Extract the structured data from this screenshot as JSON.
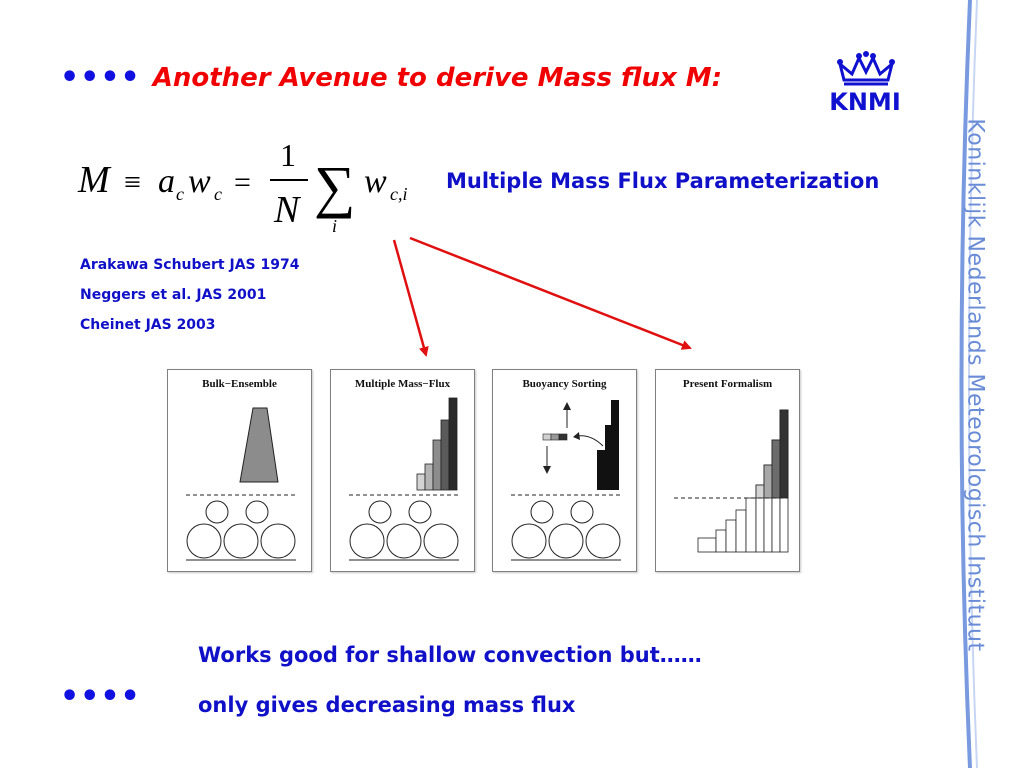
{
  "title": {
    "bullets": "••••",
    "text": "Another Avenue to derive Mass flux M:"
  },
  "logo": {
    "text": "KNMI",
    "icon": "crown-icon"
  },
  "equation": {
    "lhs": "M",
    "equiv": "≡",
    "a": "a",
    "a_sub": "c",
    "w": "w",
    "w_sub": "c",
    "equals": "=",
    "numerator": "1",
    "denominator": "N",
    "sum": "∑",
    "sum_index": "i",
    "wi": "w",
    "wi_sub": "c,i"
  },
  "equation_label": "Multiple Mass Flux Parameterization",
  "references": [
    "Arakawa Schubert JAS 1974",
    "Neggers et al. JAS 2001",
    "Cheinet JAS 2003"
  ],
  "panels": [
    {
      "title": "Bulk−Ensemble"
    },
    {
      "title": "Multiple Mass−Flux"
    },
    {
      "title": "Buoyancy Sorting"
    },
    {
      "title": "Present Formalism"
    }
  ],
  "bottom": {
    "bullets": "••••",
    "line1": "Works good for shallow convection but……",
    "line2": "only gives decreasing mass flux"
  },
  "side_text": "Koninklijk Nederlands Meteorologisch Instituut",
  "colors": {
    "title": "#f00000",
    "bullets": "#1010e0",
    "body_text": "#1010c8",
    "arrows": "#e01010",
    "side": "#6a8cd6"
  }
}
